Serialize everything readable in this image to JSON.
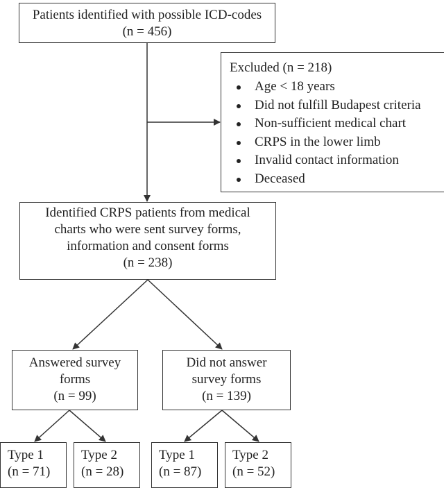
{
  "nodes": {
    "identified": {
      "title": "Patients identified with possible ICD-codes",
      "count": "(n = 456)"
    },
    "excluded": {
      "title": "Excluded (n = 218)",
      "reasons": [
        "Age < 18 years",
        "Did not fulfill Budapest criteria",
        "Non-sufficient medical chart",
        "CRPS in the lower limb",
        "Invalid contact information",
        "Deceased"
      ]
    },
    "crps": {
      "lines": [
        "Identified CRPS patients from medical",
        "charts who were sent survey forms,",
        "information and consent forms"
      ],
      "count": "(n = 238)"
    },
    "answered": {
      "lines": [
        "Answered survey",
        "forms"
      ],
      "count": "(n = 99)"
    },
    "not_answered": {
      "lines": [
        "Did not answer",
        "survey forms"
      ],
      "count": "(n = 139)"
    },
    "answered_type1": {
      "label": "Type 1",
      "count": "(n = 71)"
    },
    "answered_type2": {
      "label": "Type 2",
      "count": "(n = 28)"
    },
    "not_answered_type1": {
      "label": "Type 1",
      "count": "(n = 87)"
    },
    "not_answered_type2": {
      "label": "Type 2",
      "count": "(n = 52)"
    }
  },
  "colors": {
    "line": "#333333",
    "text": "#222222",
    "background": "#ffffff"
  }
}
